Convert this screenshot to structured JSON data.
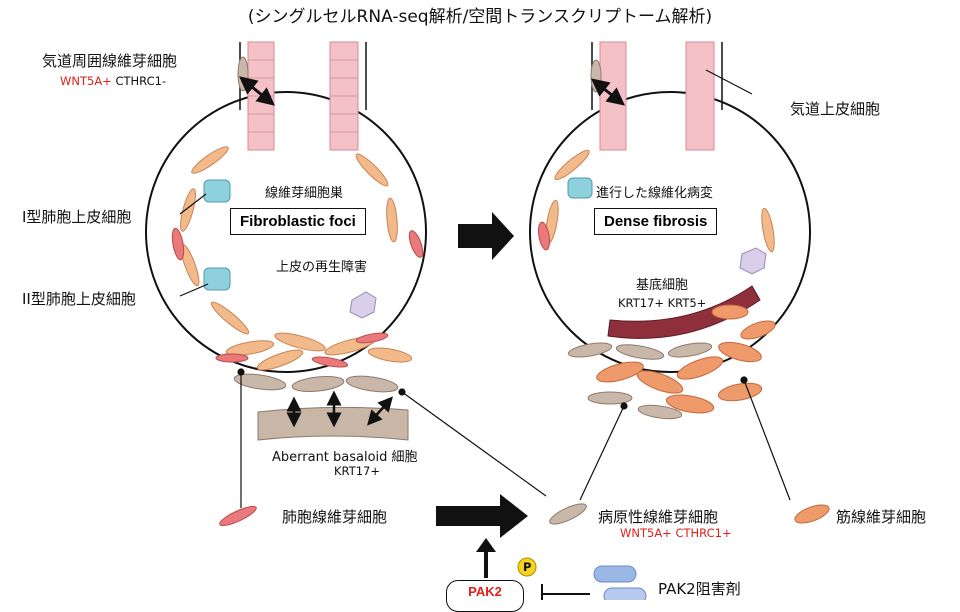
{
  "title": "(シングルセルRNA-seq解析/空間トランスクリプトーム解析)",
  "left": {
    "airway_fibro": "気道周囲線維芽細胞",
    "airway_markers": {
      "pos": "WNT5A+",
      "neg": "CTHRC1-"
    },
    "type1": "I型肺胞上皮細胞",
    "type2": "II型肺胞上皮細胞",
    "foci_jp": "線維芽細胞巣",
    "foci_en": "Fibroblastic foci",
    "regen": "上皮の再生障害",
    "basaloid": "Aberrant basaloid 細胞",
    "basaloid_marker": "KRT17+"
  },
  "right": {
    "airway_epi": "気道上皮細胞",
    "progress": "進行した線維化病変",
    "dense": "Dense fibrosis",
    "basal": "基底細胞",
    "basal_markers": "KRT17+ KRT5+"
  },
  "bottom": {
    "alv_fibro": "肺胞線維芽細胞",
    "path_fibro": "病原性線維芽細胞",
    "path_markers": "WNT5A+ CTHRC1+",
    "myo": "筋線維芽細胞",
    "pak2": "PAK2",
    "p": "P",
    "inhibitor": "PAK2阻害剤"
  },
  "colors": {
    "epithelium": "#f4c1c6",
    "fibroblast": "#f2b98b",
    "pathogenic": "#c9b8aa",
    "myofibro": "#ee9a6a",
    "basal": "#8f2f3c",
    "type1": "#8fd0dd",
    "accent_red": "#e0201b",
    "phospho": "#f5d31f"
  }
}
